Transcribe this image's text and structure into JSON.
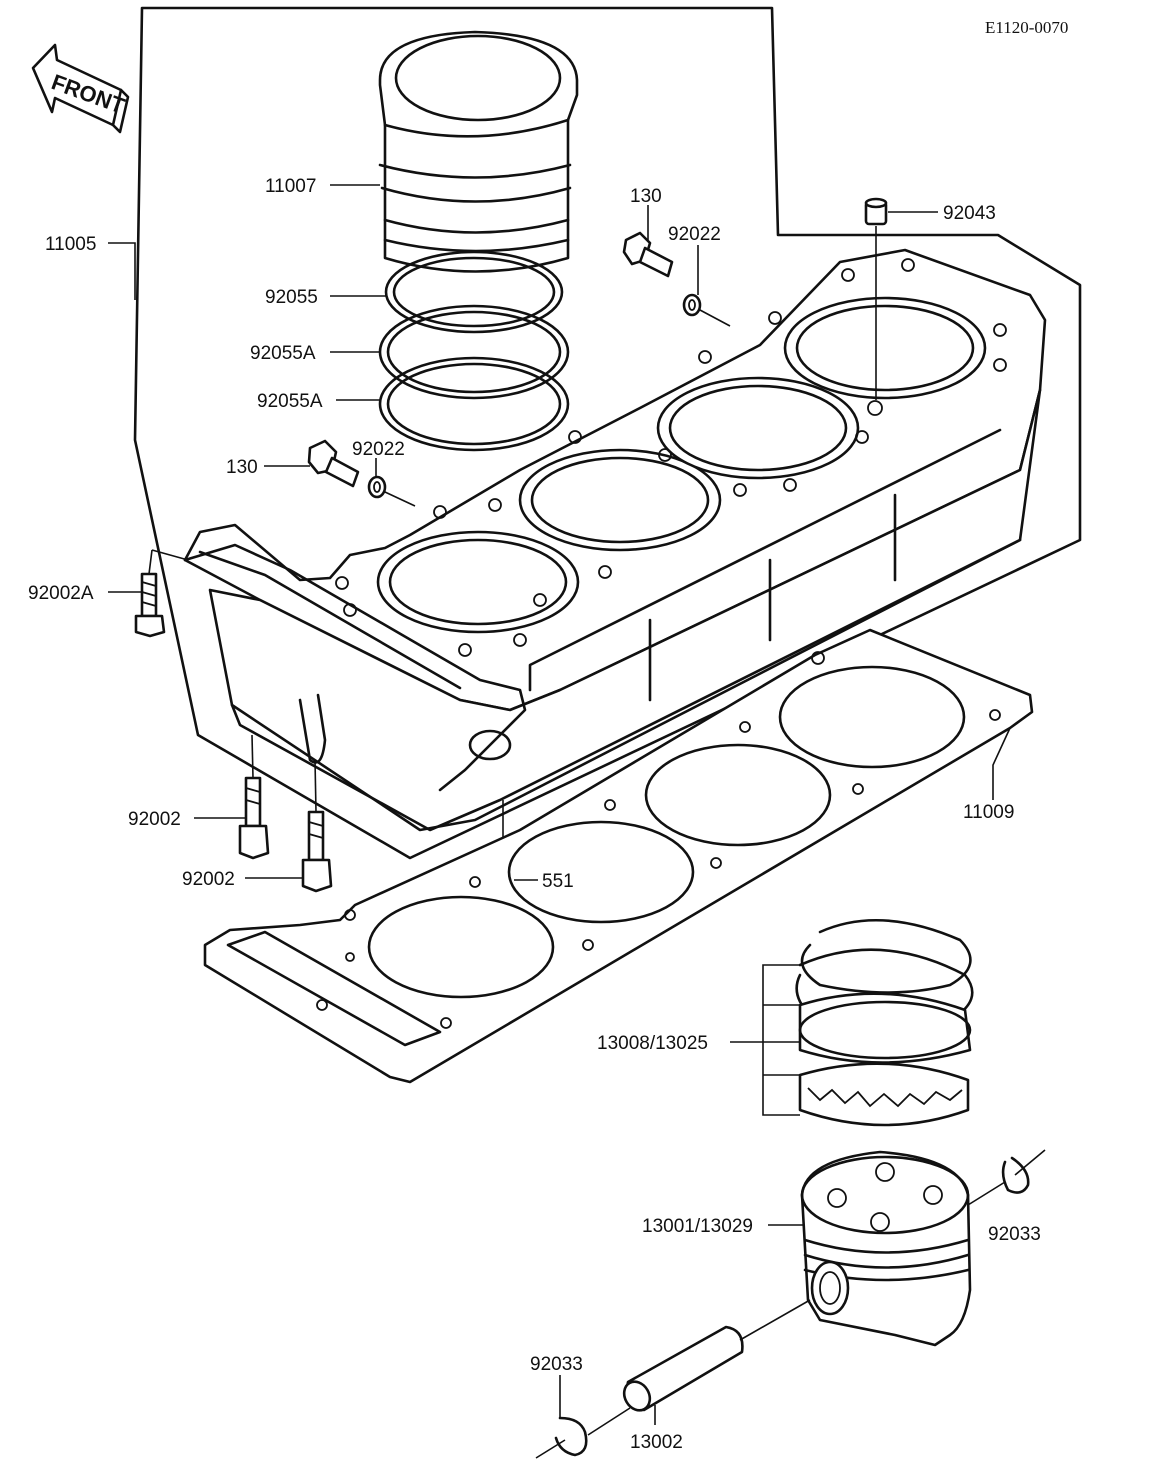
{
  "diagram_ref": "E1120-0070",
  "front_label": "FRONT",
  "labels": {
    "cylinder_liner": "11007",
    "cylinder_block": "11005",
    "ring_top": "92055",
    "ring_second": "92055A",
    "ring_third": "92055A",
    "bolt_right": "130",
    "washer_right": "92022",
    "plug": "92043",
    "bolt_left": "130",
    "washer_left": "92022",
    "stud_a": "92002A",
    "stud_1": "92002",
    "stud_2": "92002",
    "dowel": "551",
    "head_gasket": "11009",
    "piston_rings": "13008/13025",
    "piston": "13001/13029",
    "circlip_right": "92033",
    "circlip_left": "92033",
    "piston_pin": "13002"
  }
}
